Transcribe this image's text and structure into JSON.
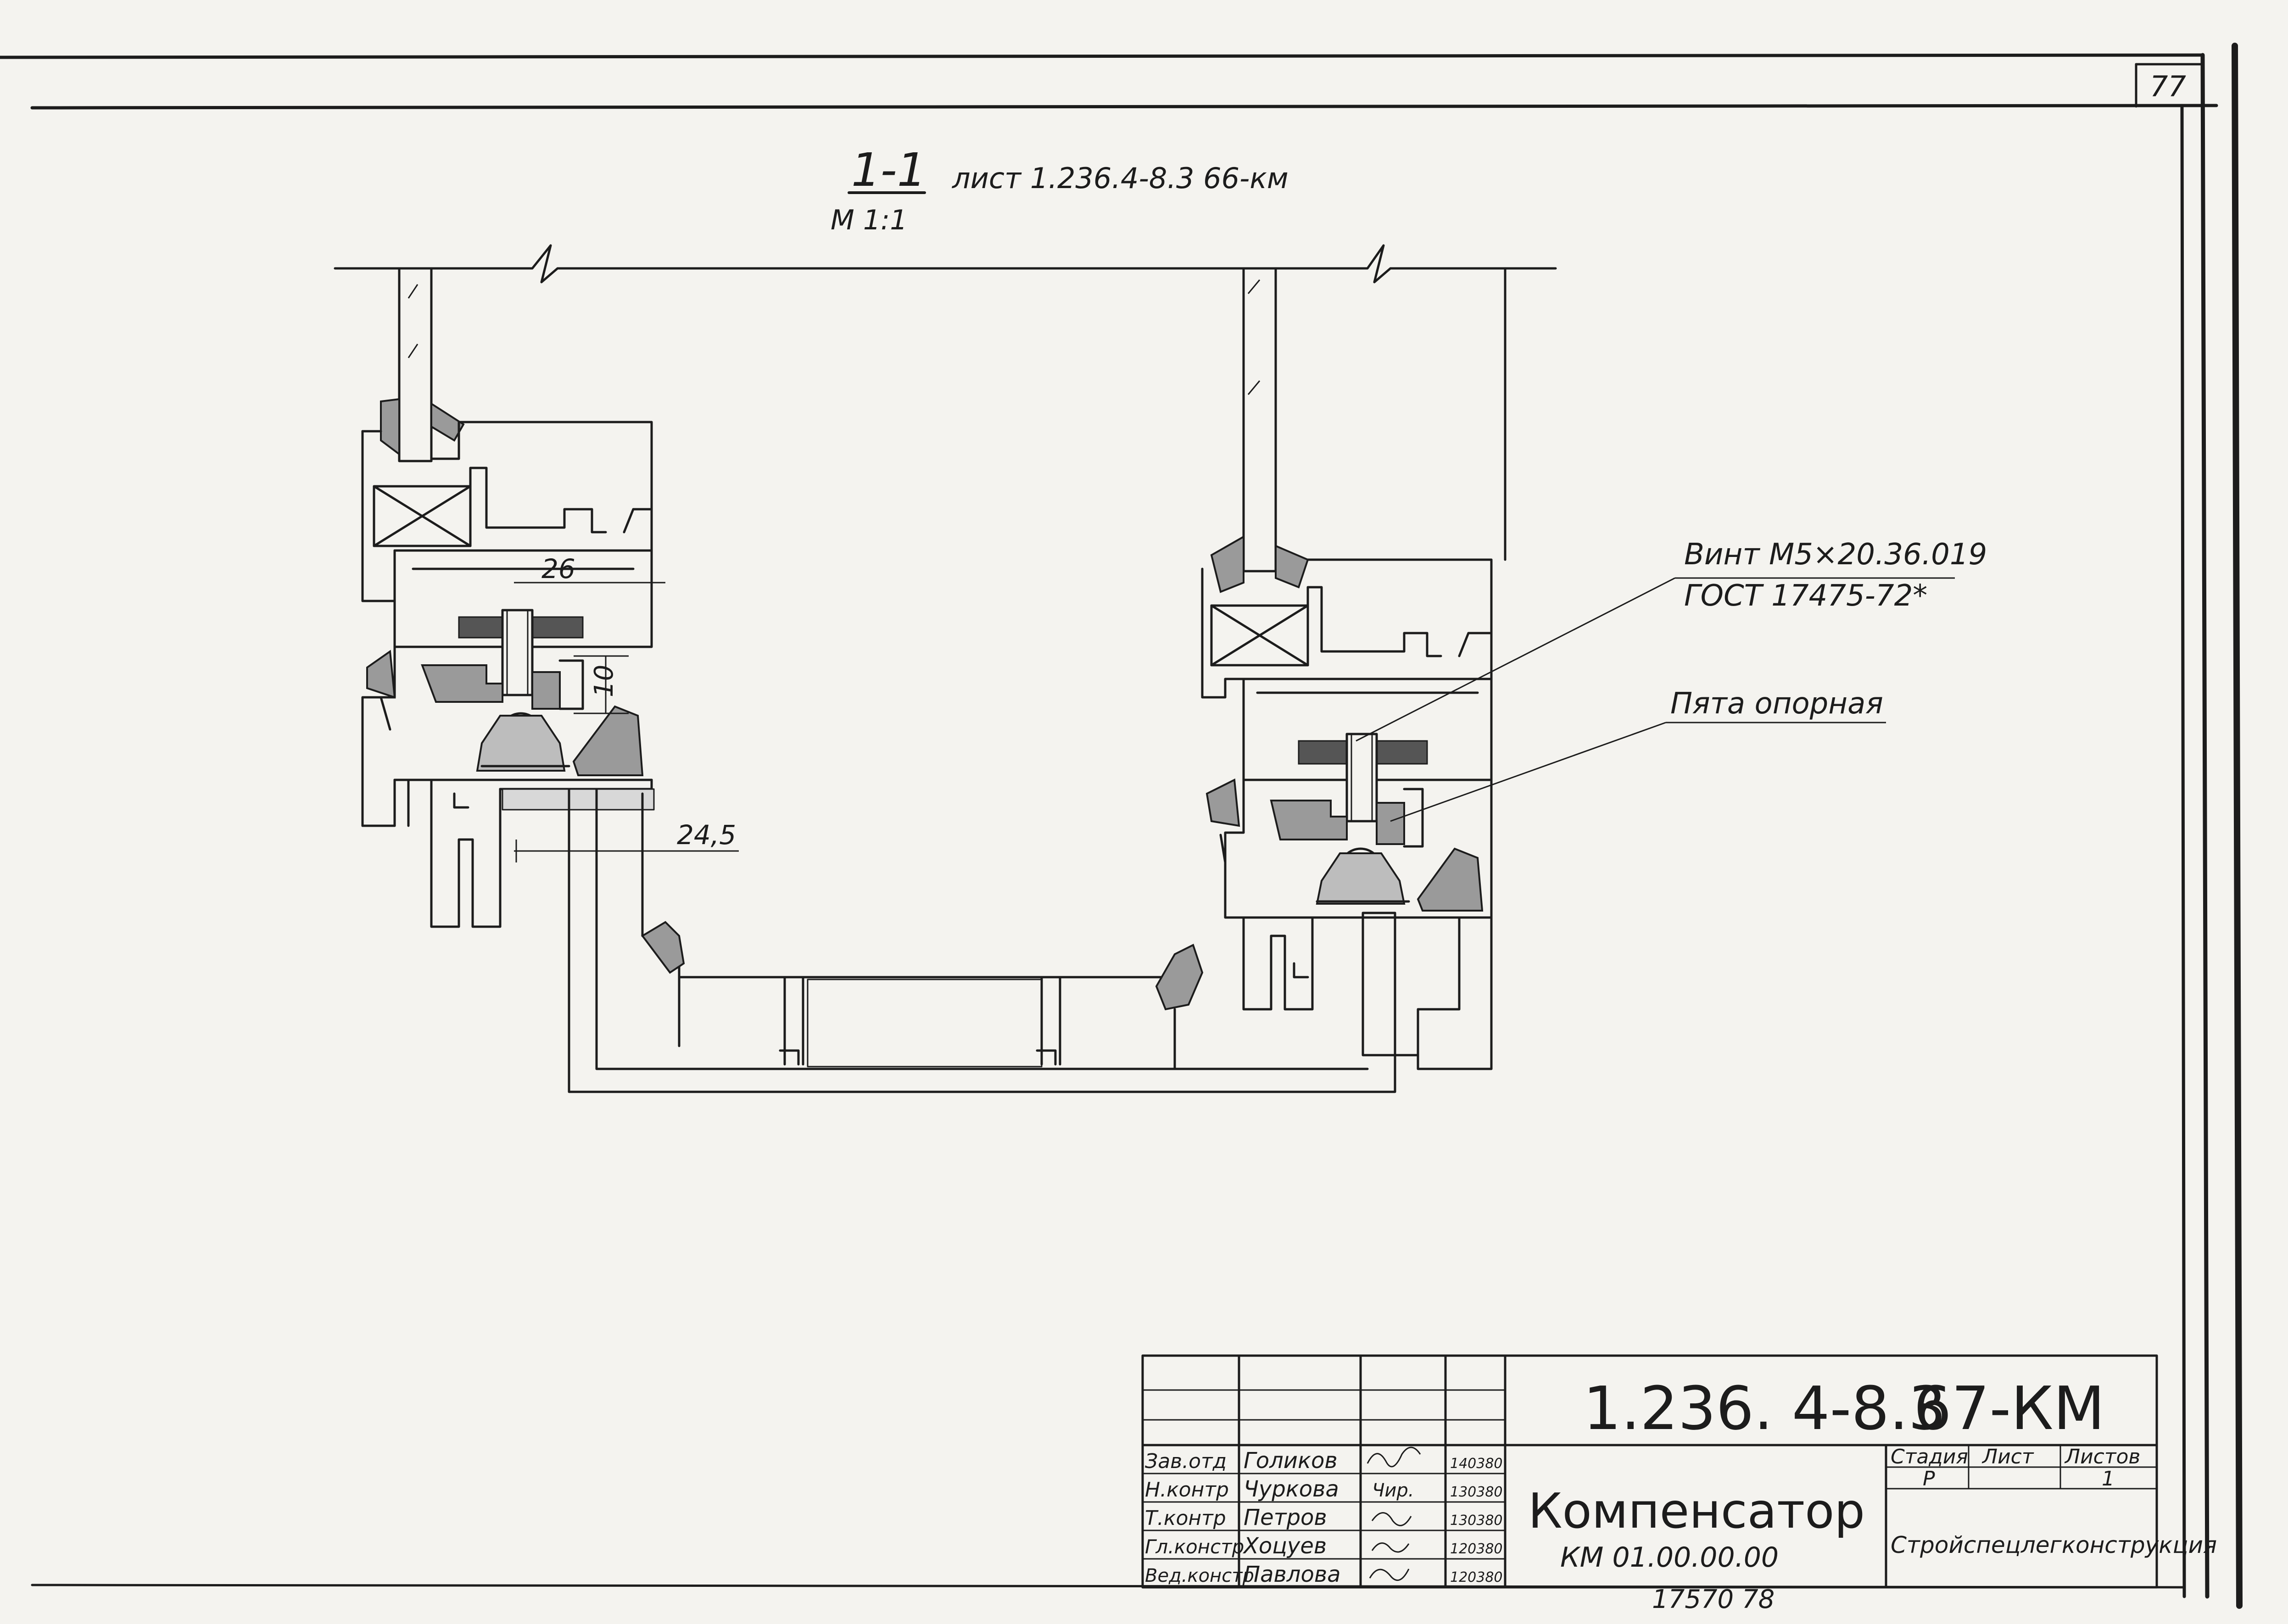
{
  "sheet": {
    "corner_number": "77",
    "bottom_stamp": "17570  78"
  },
  "section": {
    "label": "1-1",
    "scale": "М 1:1",
    "reference": "лист 1.236.4-8.3 66-км"
  },
  "dimensions": {
    "d26": "26",
    "d10": "10",
    "d24_5": "24,5"
  },
  "callouts": {
    "screw_line1": "Винт М5×20.36.019",
    "screw_line2": "ГОСТ 17475-72*",
    "heel": "Пята опорная"
  },
  "title_block": {
    "doc_code": "1.236. 4-8.3",
    "sheet_code": "67-КМ",
    "title": "Компенсатор",
    "subtitle": "КМ 01.00.00.00",
    "org": "Стройспецлегконструкция",
    "col_stage": "Стадия",
    "col_sheet": "Лист",
    "col_sheets": "Листов",
    "stage_value": "Р",
    "sheets_value": "1",
    "rows": [
      {
        "role": "Зав.отд",
        "name": "Голиков",
        "sign": "",
        "date": "140380"
      },
      {
        "role": "Н.контр",
        "name": "Чуркова",
        "sign": "Чир.",
        "date": "130380"
      },
      {
        "role": "Т.контр",
        "name": "Петров",
        "sign": "",
        "date": "130380"
      },
      {
        "role": "Гл.констр",
        "name": "Хоцуев",
        "sign": "",
        "date": "120380"
      },
      {
        "role": "Вед.констр",
        "name": "Павлова",
        "sign": "",
        "date": "120380"
      }
    ]
  }
}
